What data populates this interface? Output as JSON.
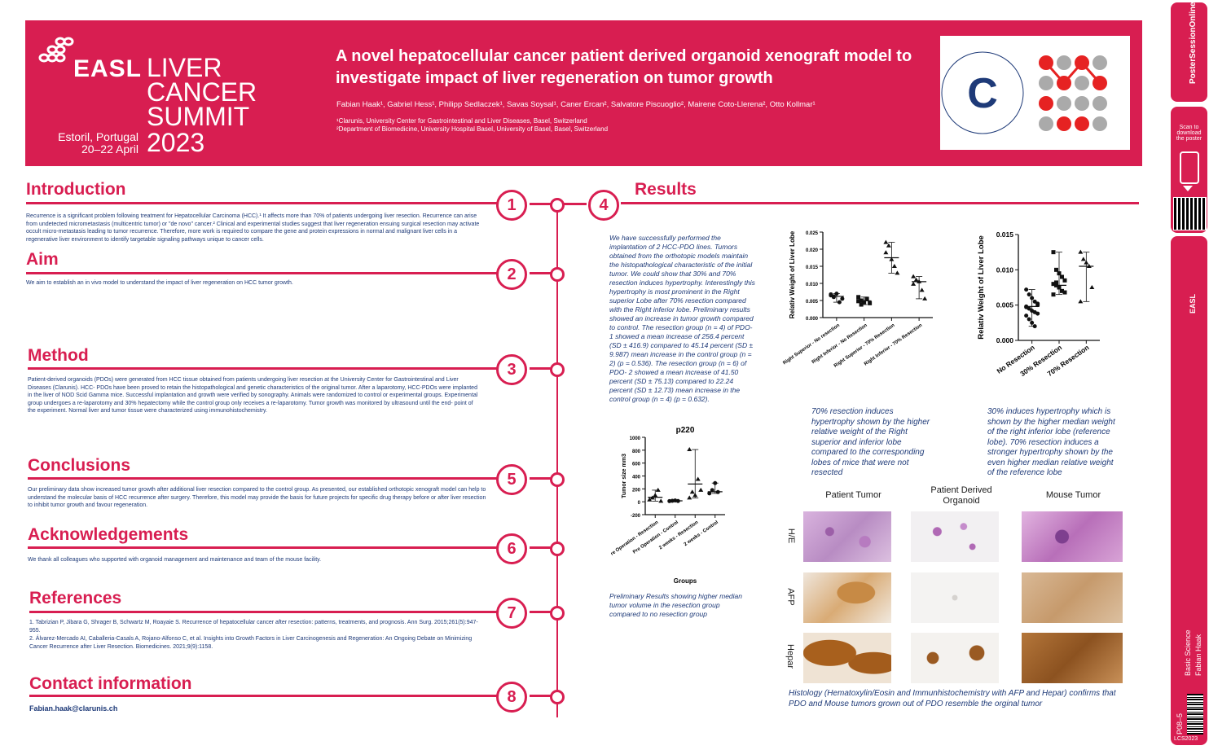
{
  "header": {
    "brand": "EASL",
    "summit_words": [
      "LIVER",
      "CANCER",
      "SUMMIT",
      "2023"
    ],
    "place": "Estoril, Portugal",
    "dates": "20–22 April",
    "title": "A novel hepatocellular cancer patient derived organoid xenograft model to investigate impact of liver regeneration on tumor growth",
    "authors": "Fabian Haak¹, Gabriel Hess¹, Philipp Sedlaczek¹, Savas Soysal¹, Caner Ercan², Salvatore Piscuoglio², Mairene Coto-Llerena², Otto Kollmar¹",
    "affiliation1": "¹Clarunis, University Center for Gastrointestinal and Liver Diseases, Basel, Switzerland",
    "affiliation2": "²Department of Biomedicine, University Hospital Basel, University of Basel, Basel, Switzerland",
    "logo_letter": "C"
  },
  "sections": {
    "introduction": {
      "title": "Introduction",
      "num": "1",
      "text": "Recurrence is a significant problem following treatment for Hepatocellular Carcinoma (HCC).¹ It affects more than 70% of patients undergoing liver resection. Recurrence can arise from undetected micrometastasis (multicentric tumor) or \"de novo\" cancer.² Clinical and experimental studies suggest that liver regeneration ensuing surgical resection may activate occult micro-metastasis leading to tumor recurrence. Therefore, more work is required to compare the gene and protein expressions in normal and malignant liver cells in a regenerative liver environment to identify targetable signaling pathways unique to cancer cells."
    },
    "aim": {
      "title": "Aim",
      "num": "2",
      "text": "We aim to establish an in vivo model to understand the impact of liver regeneration on HCC tumor growth."
    },
    "method": {
      "title": "Method",
      "num": "3",
      "text": "Patient-derived organoids (PDOs) were generated from HCC tissue obtained from patients undergoing liver resection at the University Center for Gastrointestinal and Liver Diseases (Clarunis). HCC- PDOs have been proved to retain the histopathological and genetic characteristics of the original tumor. After a laparotomy, HCC-PDOs were implanted in the liver of NOD Scid Gamma mice. Successful implantation and growth were verified by sonography. Animals were randomized to control or experimental groups. Experimental group undergoes a re-laparotomy and 30% hepatectomy while the control group only receives a re-laparotomy. Tumor growth was monitored by ultrasound until the end- point of the experiment. Normal liver and tumor tissue were characterized using immunohistochemistry."
    },
    "results": {
      "title": "Results",
      "num": "4",
      "text": "We have successfully performed the implantation of 2 HCC-PDO lines. Tumors obtained from the orthotopic models maintain the histopathological characteristic of the initial tumor. We could show that 30% and 70% resection induces hypertrophy. Interestingly this hypertrophy is most prominent in the Right superior Lobe after 70% resection compared with the Right inferior lobe. Preliminary results showed an increase in tumor growth compared to control. The resection group (n = 4) of PDO- 1 showed a mean increase of 256.4 percent (SD ± 416.9) compared to 45.14 percent (SD ± 9.987) mean increase in the control group (n = 2) (p = 0.536). The resection group (n = 6) of PDO- 2 showed a mean increase of 41.50 percent (SD ± 75.13) compared to 22.24 percent (SD ± 12.73) mean increase in the control group (n = 4) (p = 0.632).",
      "caption_tumor": "Preliminary Results showing higher median tumor volume in the resection group compared to no resection group",
      "caption_70": "70% resection induces hypertrophy shown by the higher relative weight of the Right superior and inferior lobe compared to the corresponding lobes of mice that were not resected",
      "caption_30": "30% induces hypertrophy which is shown by the higher median weight of the right inferior lobe (reference lobe). 70% resection induces a stronger hypertrophy shown by the even higher median relative weight of the reference lobe",
      "caption_histo": "Histology (Hematoxylin/Eosin and Immunhistochemistry with AFP and Hepar) confirms that PDO and Mouse tumors grown out of PDO resemble the orginal tumor",
      "histo_cols": [
        "Patient Tumor",
        "Patient Derived Organoid",
        "Mouse Tumor"
      ],
      "histo_rows": [
        "H/E",
        "AFP",
        "Hepar"
      ]
    },
    "conclusions": {
      "title": "Conclusions",
      "num": "5",
      "text": "Our preliminary data show increased tumor growth after additional liver resection compared to the control group. As presented, our established orthotopic xenograft model can help to understand the molecular basis of HCC recurrence after surgery. Therefore, this model may provide the basis for future projects for specific drug therapy before or after liver resection to inhibit tumor growth and favour regeneration."
    },
    "acknowledgements": {
      "title": "Acknowledgements",
      "num": "6",
      "text": "We thank all colleagues who supported with organoid management and maintenance and team of the mouse facility."
    },
    "references": {
      "title": "References",
      "num": "7",
      "ref1": "1.   Tabrizian P, Jibara G, Shrager B, Schwartz M, Roayaie S. Recurrence of hepatocellular cancer after resection: patterns, treatments, and prognosis. Ann Surg. 2015;261(5):947-955.",
      "ref2": "2.   Álvarez-Mercado AI, Caballeria-Casals A, Rojano-Alfonso C, et al. Insights into Growth Factors in Liver Carcinogenesis and Regeneration: An Ongoing Debate on Minimizing Cancer Recurrence after Liver Resection. Biomedicines. 2021;9(9):1158."
    },
    "contact": {
      "title": "Contact information",
      "num": "8",
      "email": "Fabian.haak@clarunis.ch"
    }
  },
  "sidebar": {
    "scan_text": "Scan to download the poster",
    "category": "Basic Science",
    "author": "Fabian Haak",
    "poster_id": "P08–5",
    "code": "LCS2023"
  },
  "colors": {
    "brand": "#d81e51",
    "text_blue": "#1e3a78"
  },
  "chart_data": [
    {
      "type": "scatter",
      "title": "p220",
      "ylabel": "Tumor size mm3",
      "xlabel": "Groups",
      "categories": [
        "Pre Operation - Resection",
        "Pre Operation - Control",
        "2 weeks - Resection",
        "2 weeks - Control"
      ],
      "ylim": [
        -200,
        1000
      ],
      "yticks": [
        -200,
        0,
        200,
        400,
        600,
        800,
        1000
      ],
      "points": [
        [
          30,
          60,
          100,
          180,
          10
        ],
        [
          10,
          15,
          20,
          12
        ],
        [
          810,
          150,
          100,
          350,
          180,
          60
        ],
        [
          130,
          180,
          290,
          150
        ]
      ],
      "means": [
        70,
        15,
        275,
        155
      ]
    },
    {
      "type": "scatter",
      "ylabel": "Relativ Weight of Liver Lobe",
      "categories": [
        "Right Superior - No resection",
        "Right Inferior - No Resection",
        "Right Superior - 70% Resection",
        "Right Inferior - 70% Resection"
      ],
      "ylim": [
        0,
        0.025
      ],
      "yticks": [
        0.0,
        0.005,
        0.01,
        0.015,
        0.02,
        0.025
      ],
      "points": [
        [
          0.0065,
          0.006,
          0.007,
          0.0045,
          0.0055,
          0.0068,
          0.0062
        ],
        [
          0.0048,
          0.005,
          0.0045,
          0.0055,
          0.0042,
          0.006,
          0.0038
        ],
        [
          0.022,
          0.021,
          0.017,
          0.015,
          0.013,
          0.019
        ],
        [
          0.012,
          0.011,
          0.0105,
          0.008,
          0.0055,
          0.0098
        ]
      ],
      "means": [
        0.0062,
        0.0049,
        0.0175,
        0.0105
      ]
    },
    {
      "type": "scatter",
      "ylabel": "Relativ Weight of Liver Lobe",
      "categories": [
        "No Resection",
        "30% Resection",
        "70% Resection"
      ],
      "ylim": [
        0,
        0.015
      ],
      "yticks": [
        0.0,
        0.005,
        0.01,
        0.015
      ],
      "points": [
        [
          0.0072,
          0.0065,
          0.006,
          0.0055,
          0.005,
          0.0048,
          0.0045,
          0.0042,
          0.004,
          0.0038,
          0.0035,
          0.003,
          0.0025,
          0.002,
          0.0052,
          0.0047
        ],
        [
          0.0125,
          0.01,
          0.0095,
          0.009,
          0.0085,
          0.008,
          0.0078,
          0.0075,
          0.007,
          0.0068,
          0.0065,
          0.0082
        ],
        [
          0.0125,
          0.0115,
          0.011,
          0.0105,
          0.0075,
          0.0055
        ]
      ],
      "means": [
        0.0048,
        0.0078,
        0.0105
      ]
    }
  ]
}
